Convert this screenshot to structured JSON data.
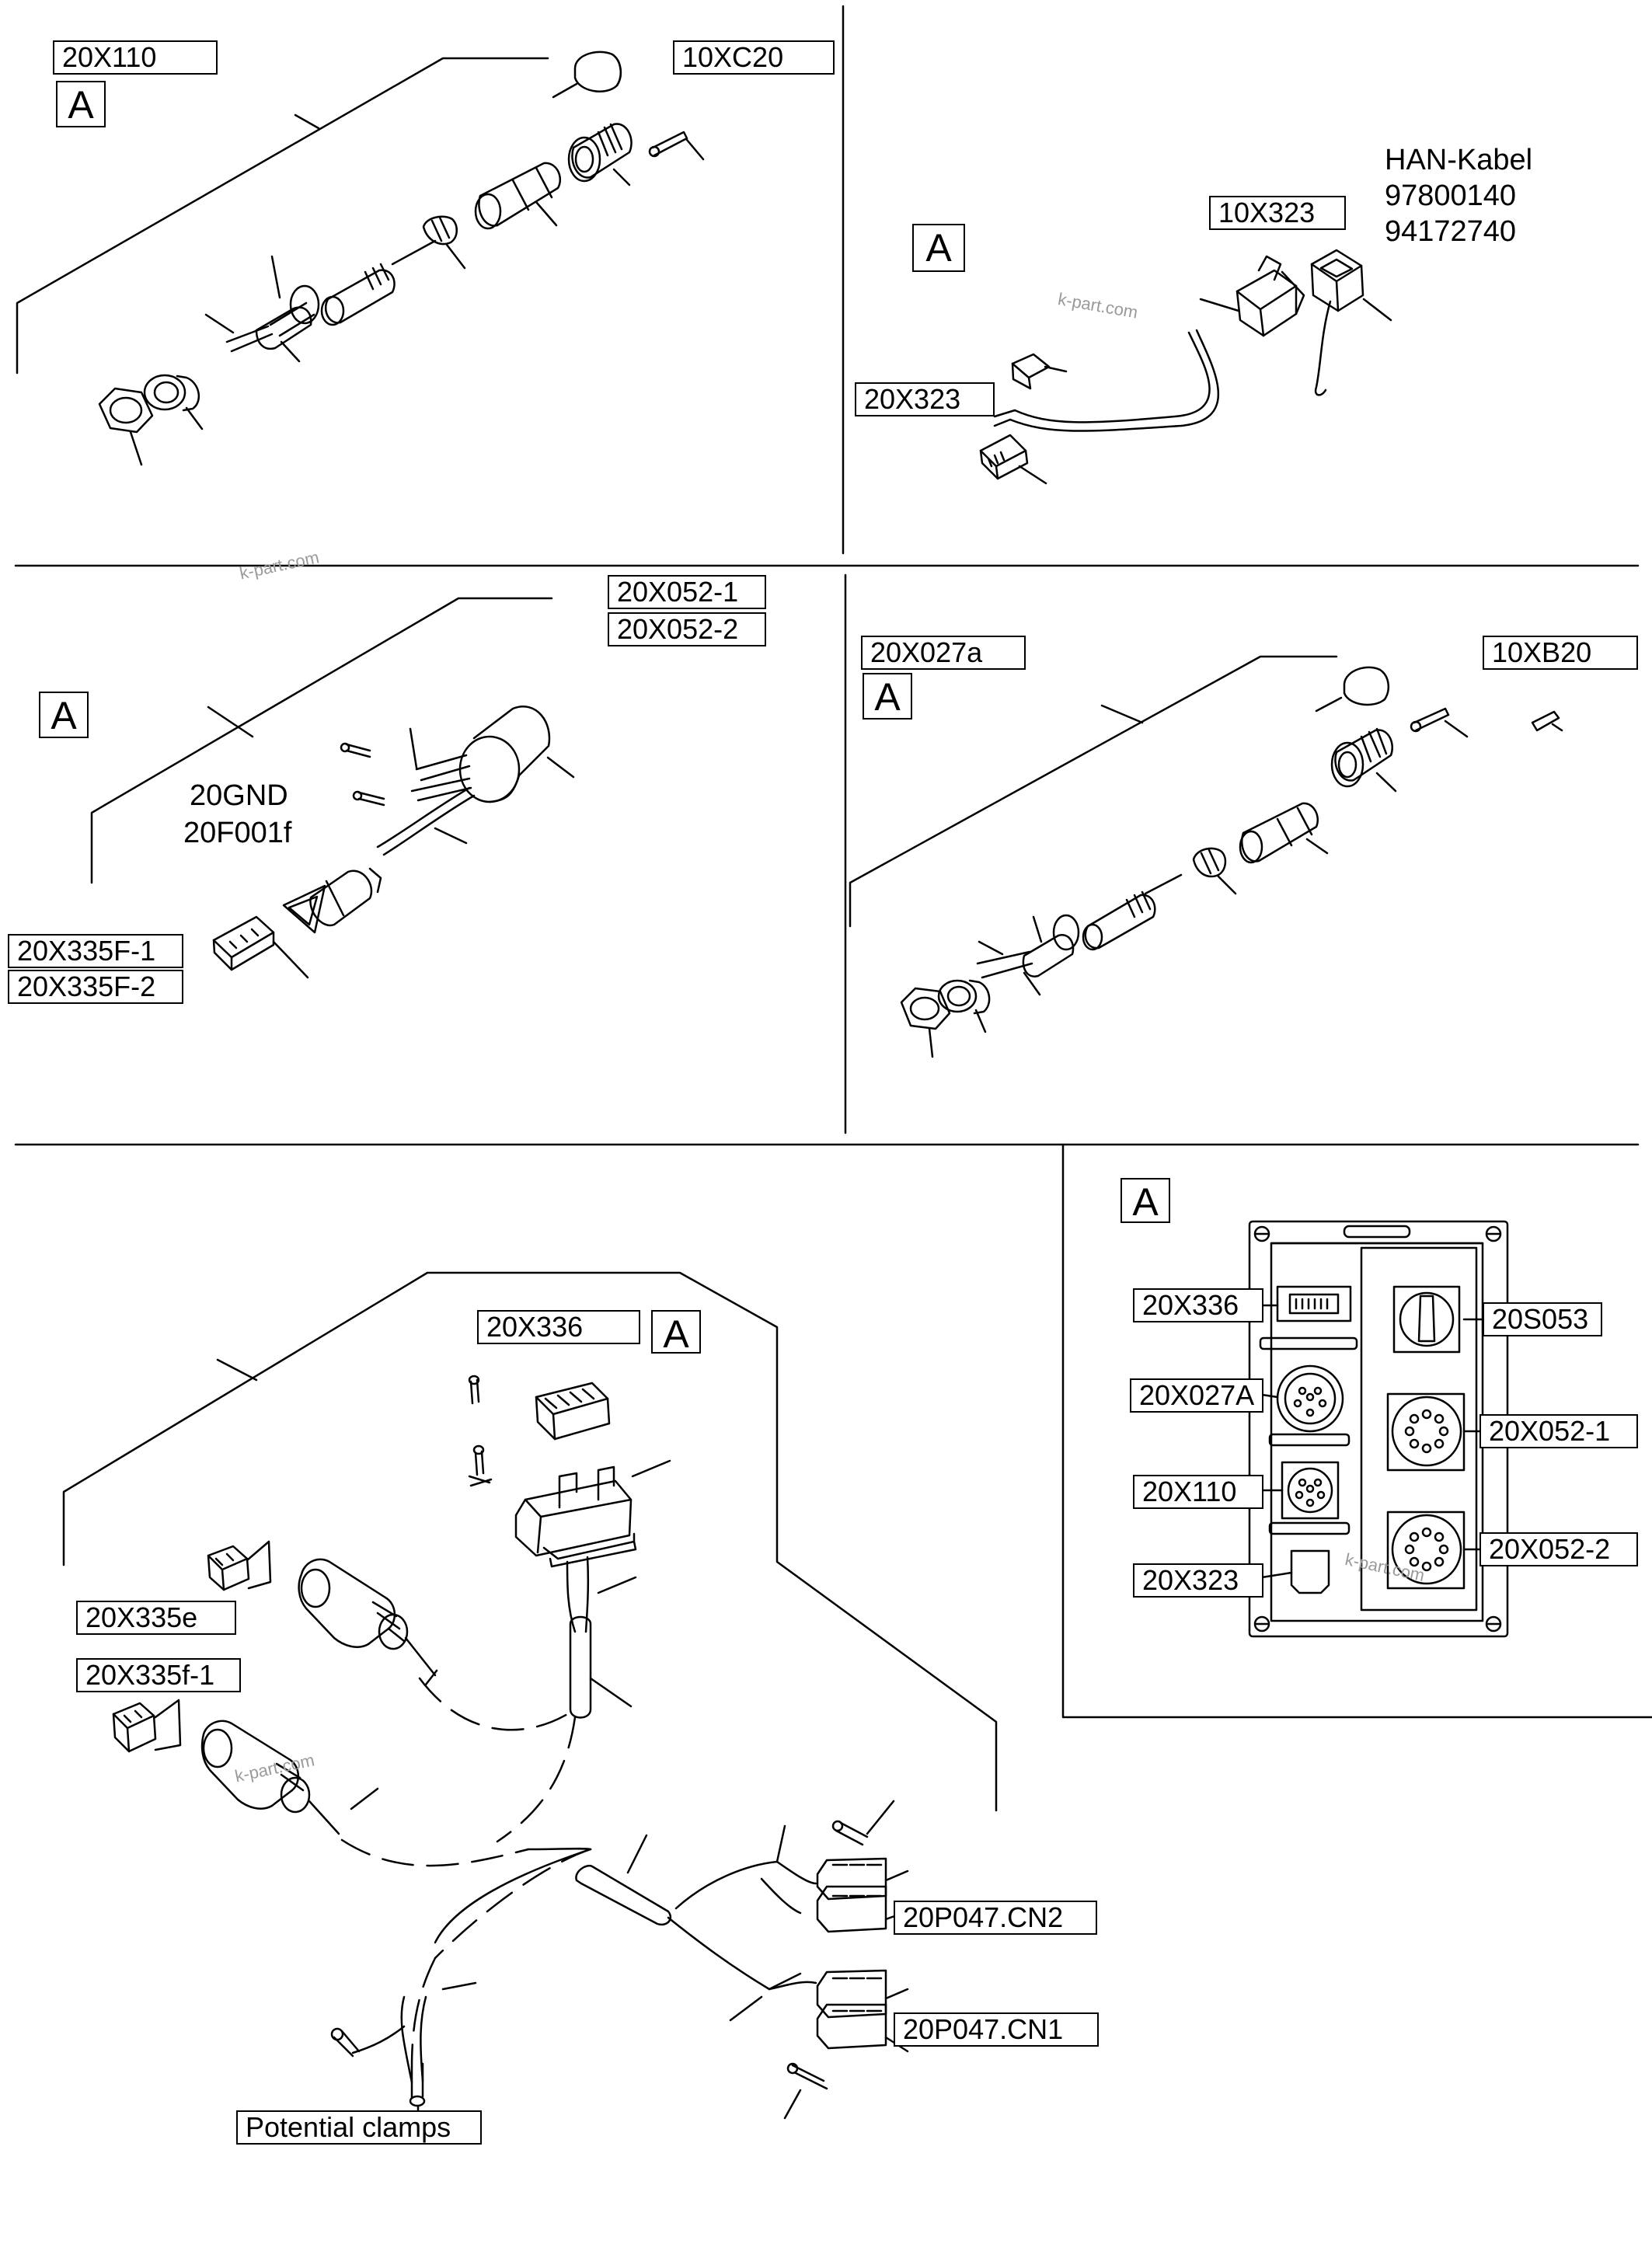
{
  "watermark": "k-part.com",
  "panel_tl": {
    "label_left": "20X110",
    "label_right": "10XC20",
    "view_letter": "A"
  },
  "panel_tr": {
    "title_lines": [
      "HAN-Kabel",
      "97800140",
      "94172740"
    ],
    "label_top": "10X323",
    "label_left": "20X323",
    "view_letter": "A"
  },
  "panel_ml": {
    "labels_right": [
      "20X052-1",
      "20X052-2"
    ],
    "center_lines": [
      "20GND",
      "20F001f"
    ],
    "labels_bottom": [
      "20X335F-1",
      "20X335F-2"
    ],
    "view_letter": "A"
  },
  "panel_mr": {
    "label_left": "20X027a",
    "label_right": "10XB20",
    "view_letter": "A"
  },
  "panel_bl": {
    "label_top": "20X336",
    "view_letter": "A",
    "label_e": "20X335e",
    "label_f": "20X335f-1",
    "label_cn2": "20P047.CN2",
    "label_cn1": "20P047.CN1",
    "label_clamps": "Potential clamps"
  },
  "panel_br": {
    "view_letter": "A",
    "labels_left": [
      "20X336",
      "20X027A",
      "20X110",
      "20X323"
    ],
    "labels_right": [
      "20S053",
      "20X052-1",
      "20X052-2"
    ]
  }
}
